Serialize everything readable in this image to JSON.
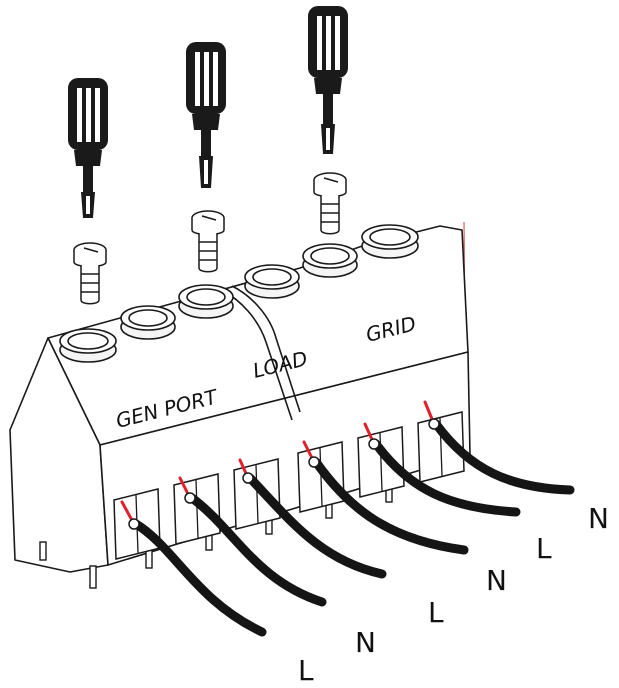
{
  "block_labels": {
    "gen_port": "GEN PORT",
    "load": "LOAD",
    "grid": "GRID"
  },
  "wire_labels": [
    "L",
    "N",
    "L",
    "N",
    "L",
    "N"
  ],
  "colors": {
    "outline": "#1a1a1a",
    "body_fill": "#ffffff",
    "wire": "#151515",
    "conductor": "#e0212b",
    "guide_line": "#d33a3a"
  },
  "icons": {
    "screwdriver": "screwdriver-icon",
    "screw": "terminal-screw-icon"
  }
}
